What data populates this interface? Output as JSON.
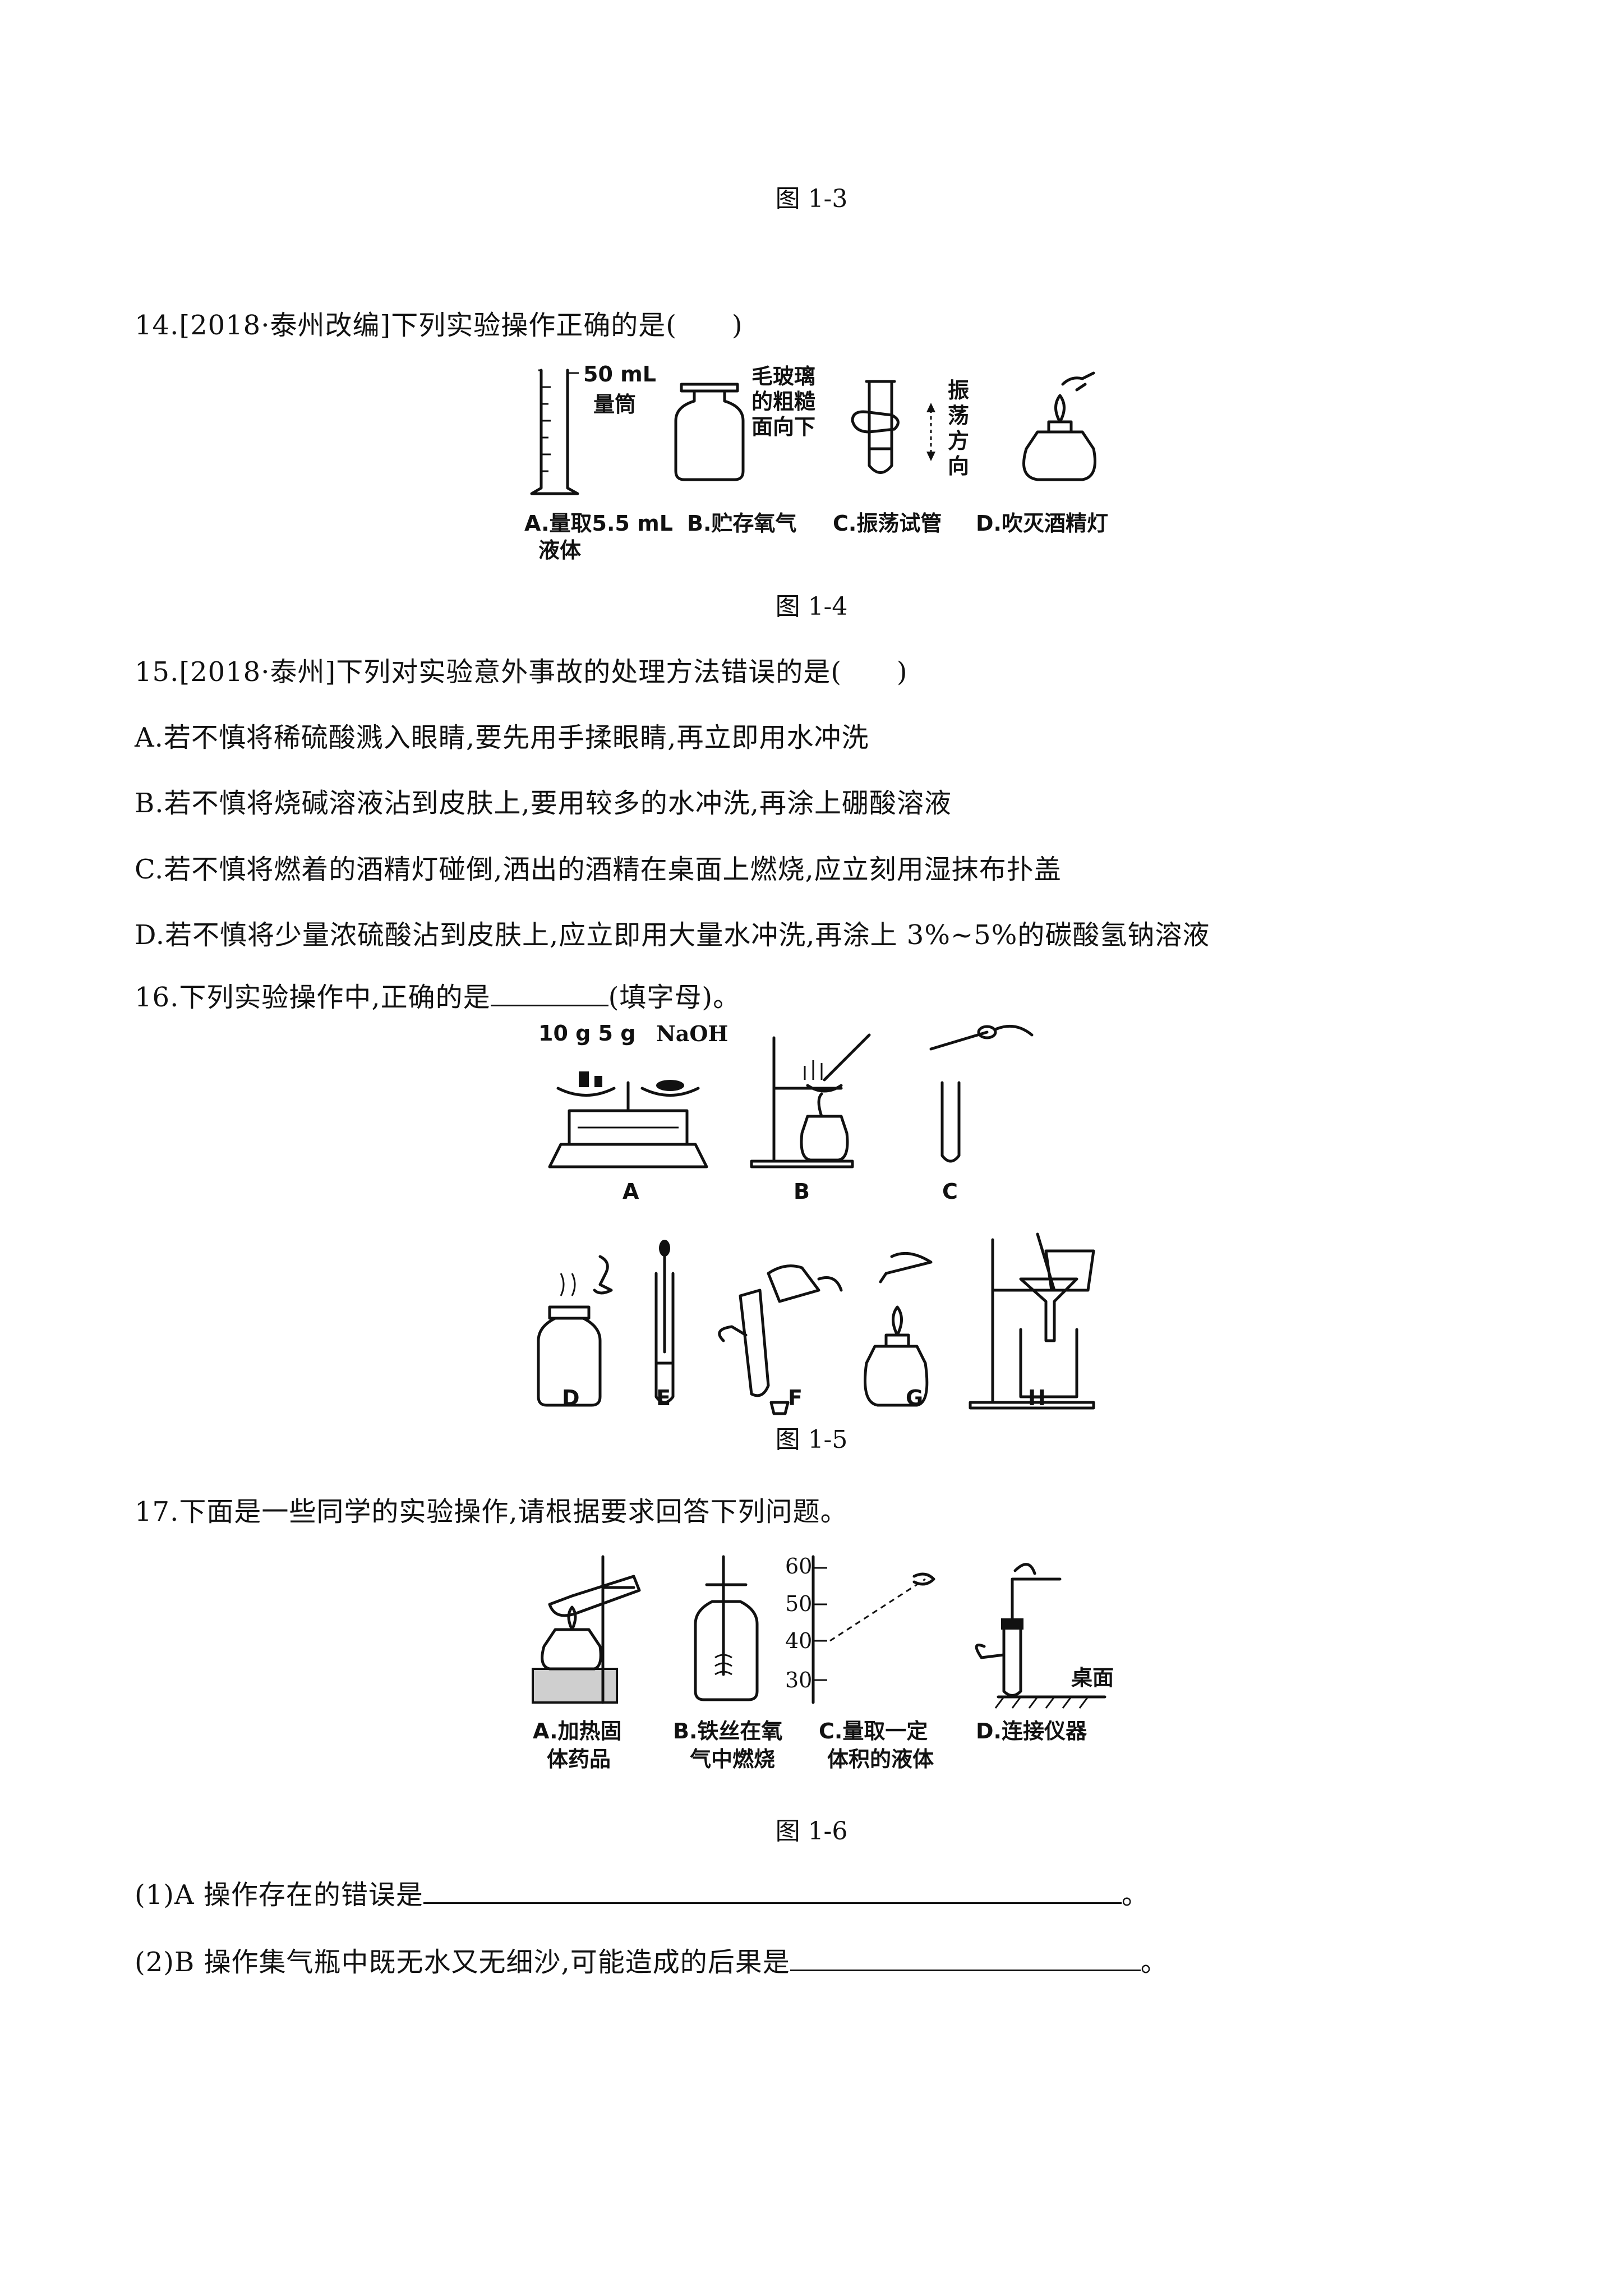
{
  "figures": {
    "fig13": {
      "caption": "图 1-3"
    },
    "fig14": {
      "caption": "图 1-4",
      "labels": {
        "a_top1": "50 mL",
        "a_top2": "量筒",
        "b_top1": "毛玻璃",
        "b_top2": "的粗糙",
        "b_top3": "面向下",
        "c_side1": "振",
        "c_side2": "荡",
        "c_side3": "方",
        "c_side4": "向",
        "a_cap1": "A.量取5.5 mL",
        "a_cap2": "液体",
        "b_cap": "B.贮存氧气",
        "c_cap": "C.振荡试管",
        "d_cap": "D.吹灭酒精灯"
      }
    },
    "fig15": {
      "caption": "图 1-5",
      "labels": {
        "weights": "10 g 5 g",
        "naoh": "NaOH",
        "A": "A",
        "B": "B",
        "C": "C",
        "D": "D",
        "E": "E",
        "F": "F",
        "G": "G",
        "H": "H"
      }
    },
    "fig16": {
      "caption": "图 1-6",
      "labels": {
        "t60": "60",
        "t50": "50",
        "t40": "40",
        "t30": "30",
        "desk": "桌面",
        "a_cap1": "A.加热固",
        "a_cap2": "体药品",
        "b_cap1": "B.铁丝在氧",
        "b_cap2": "气中燃烧",
        "c_cap1": "C.量取一定",
        "c_cap2": "体积的液体",
        "d_cap": "D.连接仪器"
      }
    }
  },
  "questions": {
    "q14": {
      "text": "14.[2018·泰州改编]下列实验操作正确的是(　　)"
    },
    "q15": {
      "text": "15.[2018·泰州]下列对实验意外事故的处理方法错误的是(　　)",
      "options": [
        "A.若不慎将稀硫酸溅入眼睛,要先用手揉眼睛,再立即用水冲洗",
        "B.若不慎将烧碱溶液沾到皮肤上,要用较多的水冲洗,再涂上硼酸溶液",
        "C.若不慎将燃着的酒精灯碰倒,洒出的酒精在桌面上燃烧,应立刻用湿抹布扑盖",
        "D.若不慎将少量浓硫酸沾到皮肤上,应立即用大量水冲洗,再涂上 3%~5%的碳酸氢钠溶液"
      ]
    },
    "q16": {
      "text_before": "16.下列实验操作中,正确的是",
      "text_after": "(填字母)。"
    },
    "q17": {
      "text": "17.下面是一些同学的实验操作,请根据要求回答下列问题。",
      "sub1_before": "(1)A 操作存在的错误是",
      "sub1_after": "。",
      "sub2_before": "(2)B 操作集气瓶中既无水又无细沙,可能造成的后果是",
      "sub2_after": "。"
    }
  }
}
